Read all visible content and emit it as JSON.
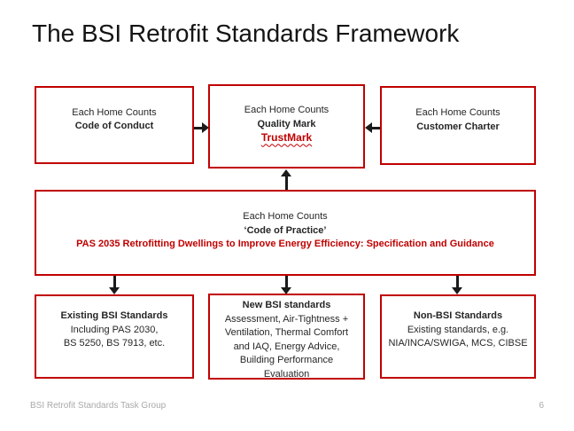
{
  "slide": {
    "title": "The BSI Retrofit Standards Framework",
    "footer": "BSI Retrofit Standards Task Group",
    "page_number": "6"
  },
  "colors": {
    "box_border_red": "#c00000",
    "emphasis_red": "#c00000",
    "arrow_black": "#1a1a1a",
    "footer_gray": "#a9a9a9"
  },
  "diagram": {
    "top_row": {
      "code_of_conduct": {
        "lines": [
          "Each Home Counts",
          "Code of Conduct"
        ]
      },
      "quality_mark": {
        "lines": [
          "Each Home Counts",
          "Quality Mark",
          "TrustMark"
        ]
      },
      "customer_charter": {
        "lines": [
          "Each Home Counts",
          "Customer Charter"
        ]
      }
    },
    "middle": {
      "code_of_practice": {
        "lines": [
          "Each Home Counts",
          "‘Code of Practice’",
          "PAS 2035 Retrofitting Dwellings to Improve Energy Efficiency: Specification and Guidance"
        ]
      }
    },
    "bottom_row": {
      "existing_bsi_standards": {
        "title": "Existing BSI Standards",
        "lines": [
          "Including PAS 2030,",
          "BS 5250, BS 7913, etc."
        ]
      },
      "new_bsi_standards": {
        "title": "New BSI standards",
        "lines": [
          "Assessment, Air-Tightness +",
          "Ventilation, Thermal Comfort",
          "and IAQ, Energy Advice,",
          "Building Performance",
          "Evaluation"
        ]
      },
      "non_bsi_standards": {
        "title": "Non-BSI Standards",
        "lines": [
          "Existing standards, e.g.",
          "NIA/INCA/SWIGA, MCS, CIBSE"
        ]
      }
    }
  }
}
